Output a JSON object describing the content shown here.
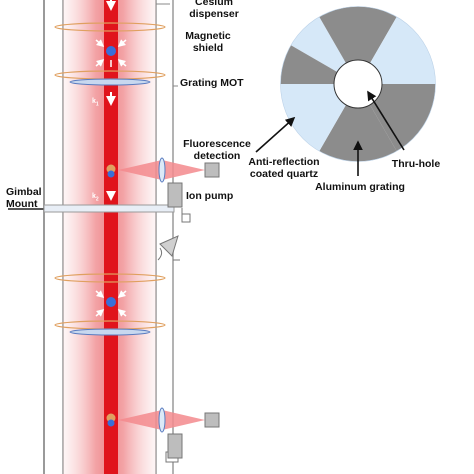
{
  "labels": {
    "cesium_line1": "Cesium",
    "cesium_line2": "dispenser",
    "shield_line1": "Magnetic",
    "shield_line2": "shield",
    "grating_mot": "Grating MOT",
    "k1": "k",
    "k1_sub": "1",
    "fluor_line1": "Fluorescence",
    "fluor_line2": "detection",
    "k2": "k",
    "k2_sub": "2",
    "gimbal_line1": "Gimbal",
    "gimbal_line2": "Mount",
    "ion_pump": "Ion pump",
    "thru_hole": "Thru-hole",
    "ar_line1": "Anti-reflection",
    "ar_line2": "coated quartz",
    "aluminum_grating": "Aluminum grating"
  },
  "colors": {
    "laser_red": "#e0141c",
    "laser_glow": "#f6b7b9",
    "grating_gray": "#8c8c8c",
    "quartz_blue": "#d6e8f8",
    "ring_orange": "#e0a060",
    "atom_blue": "#3a6fd8",
    "tube_gray": "#909090"
  },
  "icons": [
    "down-arrow-icon",
    "up-arrow-icon",
    "atom-cloud-icon",
    "lens-icon",
    "detector-icon"
  ]
}
